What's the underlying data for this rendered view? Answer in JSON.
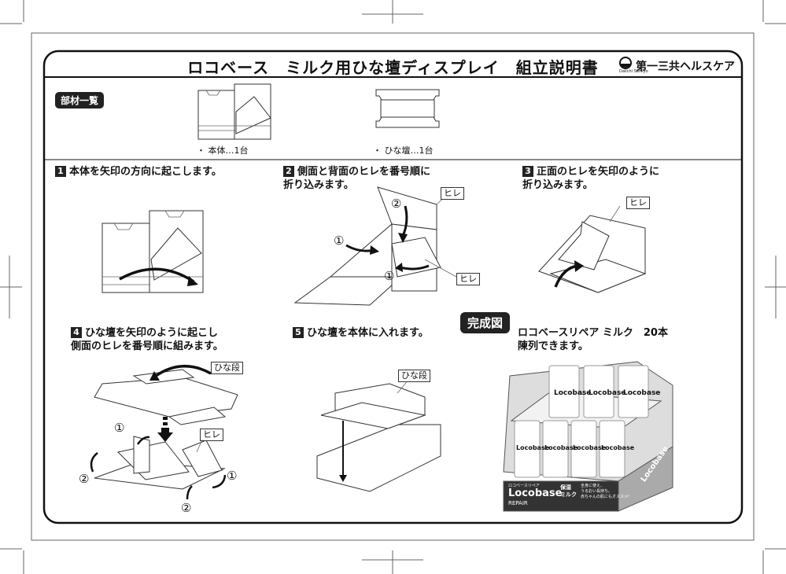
{
  "header": {
    "title": "ロコベース　ミルク用ひな壇ディスプレイ　組立説明書",
    "brand": "第一三共ヘルスケア",
    "brand_sub": "Daiichi Sankyo"
  },
  "parts": {
    "badge": "部材一覧",
    "items": [
      {
        "label": "・ 本体…1台"
      },
      {
        "label": "・ ひな壇…1台"
      }
    ]
  },
  "steps": [
    {
      "num": "1",
      "text": "本体を矢印の方向に起こします。"
    },
    {
      "num": "2",
      "text": "側面と背面のヒレを番号順に\n折り込みます。"
    },
    {
      "num": "3",
      "text": "正面のヒレを矢印のように\n折り込みます。"
    },
    {
      "num": "4",
      "text": "ひな壇を矢印のように起こし\n側面のヒレを番号順に組みます。"
    },
    {
      "num": "5",
      "text": "ひな壇を本体に入れます。"
    }
  ],
  "labels": {
    "hire": "ヒレ",
    "hinadan": "ひな段",
    "circle1": "①",
    "circle2": "②"
  },
  "completion": {
    "badge": "完成図",
    "text": "ロコベースリペア ミルク　20本\n陳列できます。"
  },
  "product": {
    "brand": "Locobase",
    "sub": "REPAIR",
    "kana": "ロコベースリペア",
    "milk": "保湿\nミルク",
    "promo": "全身に使え、\nうるおい長持ち。\n赤ちゃんの肌にもオススメ!"
  }
}
